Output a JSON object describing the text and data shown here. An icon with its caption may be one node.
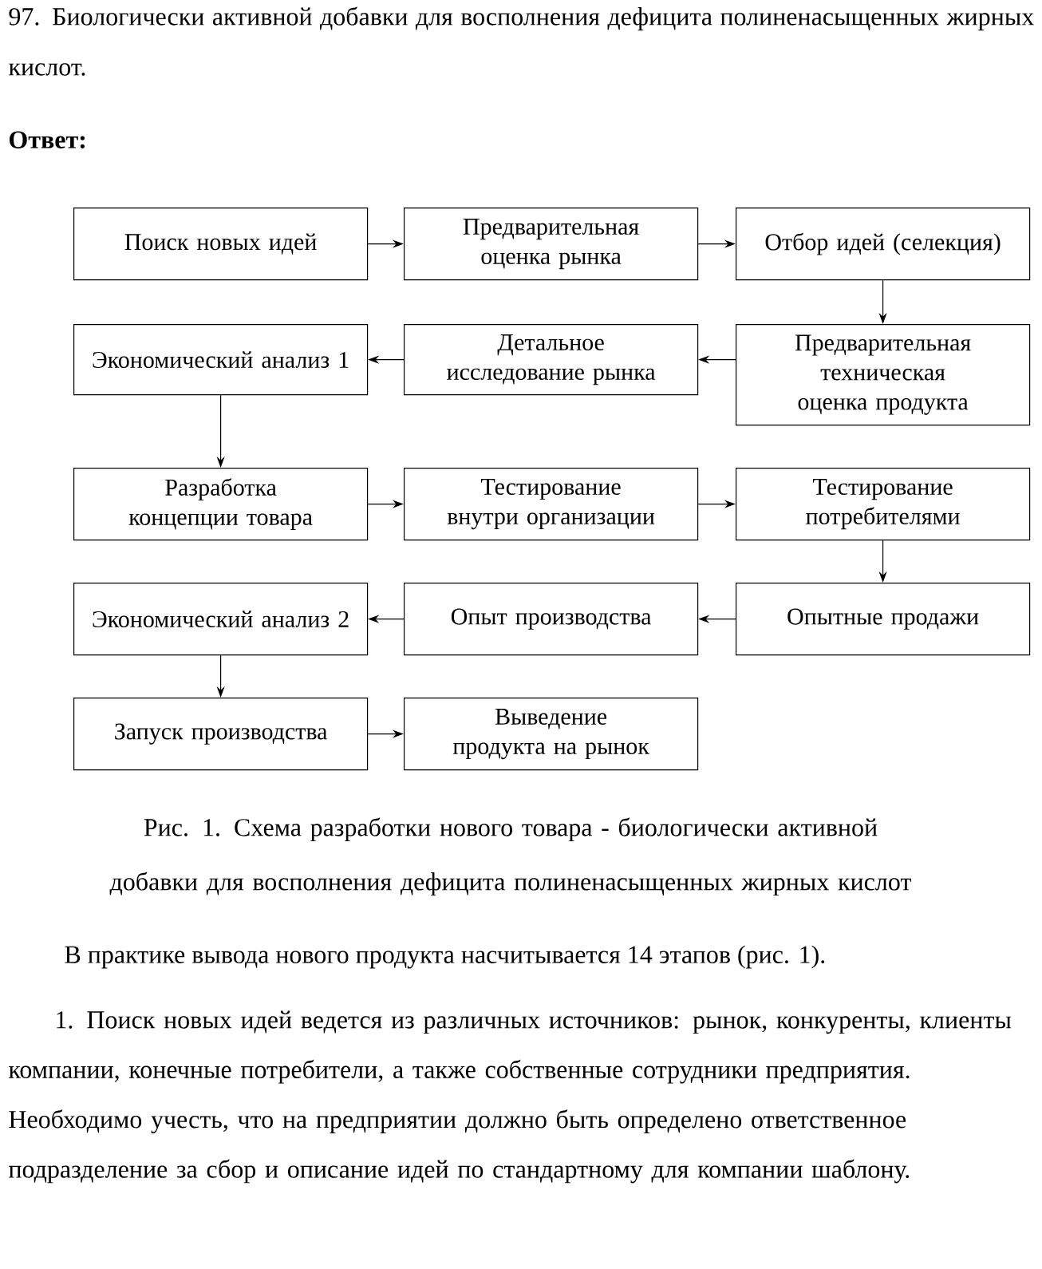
{
  "diagram": {
    "title": "97. Биологически активной добавки для восполнения дефицита полиненасыщенных жирных кислот.",
    "caption": "Рис. 1. Схема разработки нового товара - биологически активной добавки для восполнения дефицита полиненасыщенных жирных кислот",
    "nodes": [
      {
        "text": [
          "Поиск новых идей"
        ]
      },
      {
        "text": [
          "Предварительная оценка рынка"
        ]
      },
      {
        "text": [
          "Отбор идей (селекция)"
        ]
      },
      {
        "text": [
          "Экономический анализ 1"
        ]
      },
      {
        "text": [
          "Детальное исследование рынка"
        ]
      },
      {
        "text": [
          "Предварительная техническая оценка продукта"
        ]
      },
      {
        "text": [
          "Разработка концепции товара"
        ]
      },
      {
        "text": [
          "Тестирование внутри организации"
        ]
      },
      {
        "text": [
          "Тестирование потребителями"
        ]
      },
      {
        "text": [
          "Экономический анализ 2"
        ]
      },
      {
        "text": [
          "Опыт производства"
        ]
      },
      {
        "text": [
          "Опытные продажи"
        ]
      },
      {
        "text": [
          "Запуск производства"
        ]
      },
      {
        "text": [
          "Выведение продукта на рынок"
        ]
      }
    ],
    "edges": [
      {
        "from": 0,
        "to": 1,
        "arrow": "to"
      },
      {
        "from": 1,
        "to": 2,
        "arrow": "to"
      },
      {
        "from": 2,
        "to": 5,
        "arrow": "to"
      },
      {
        "from": 5,
        "to": 4,
        "arrow": "to"
      },
      {
        "from": 4,
        "to": 3,
        "arrow": "to"
      },
      {
        "from": 3,
        "to": 6,
        "arrow": "to"
      },
      {
        "from": 6,
        "to": 7,
        "arrow": "to"
      },
      {
        "from": 7,
        "to": 8,
        "arrow": "to"
      },
      {
        "from": 8,
        "to": 11,
        "arrow": "to"
      },
      {
        "from": 11,
        "to": 10,
        "arrow": "to"
      },
      {
        "from": 10,
        "to": 9,
        "arrow": "to"
      },
      {
        "from": 9,
        "to": 12,
        "arrow": "to"
      },
      {
        "from": 12,
        "to": 13,
        "arrow": "to"
      }
    ],
    "labels": [
      "Ответ:",
      "В практике вывода нового продукта насчитывается 14 этапов (рис. 1).",
      "1. Поиск новых идей ведется из различных источников: рынок, конкуренты, клиенты компании, конечные потребители, а также собственные сотрудники предприятия. Необходимо учесть, что на предприятии должно быть определено ответственное подразделение за сбор и описание идей по стандартному для компании шаблону."
    ]
  }
}
